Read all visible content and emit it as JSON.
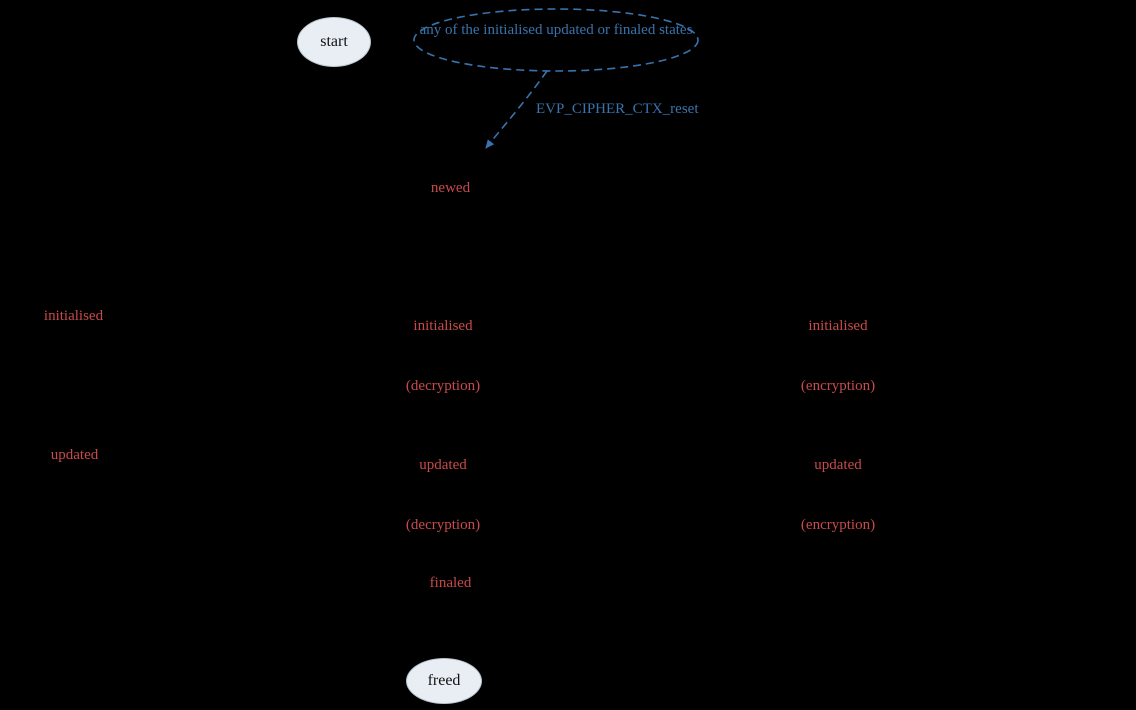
{
  "colors": {
    "background": "#000000",
    "state_label": "#c84a4a",
    "transition_blue": "#3973ac",
    "terminal_fill": "#e9eef4",
    "terminal_text": "#111111"
  },
  "nodes": {
    "start": {
      "label": "start"
    },
    "any_state": {
      "line1": "any of the initialised",
      "line2": "updated or finaled states"
    },
    "newed": {
      "label": "newed"
    },
    "initialised": {
      "label": "initialised"
    },
    "initialised_decryption": {
      "line1": "initialised",
      "line2": "(decryption)"
    },
    "initialised_encryption": {
      "line1": "initialised",
      "line2": "(encryption)"
    },
    "updated": {
      "label": "updated"
    },
    "updated_decryption": {
      "line1": "updated",
      "line2": "(decryption)"
    },
    "updated_encryption": {
      "line1": "updated",
      "line2": "(encryption)"
    },
    "finaled": {
      "label": "finaled"
    },
    "freed": {
      "label": "freed"
    }
  },
  "edges": {
    "reset": {
      "label": "EVP_CIPHER_CTX_reset"
    }
  }
}
